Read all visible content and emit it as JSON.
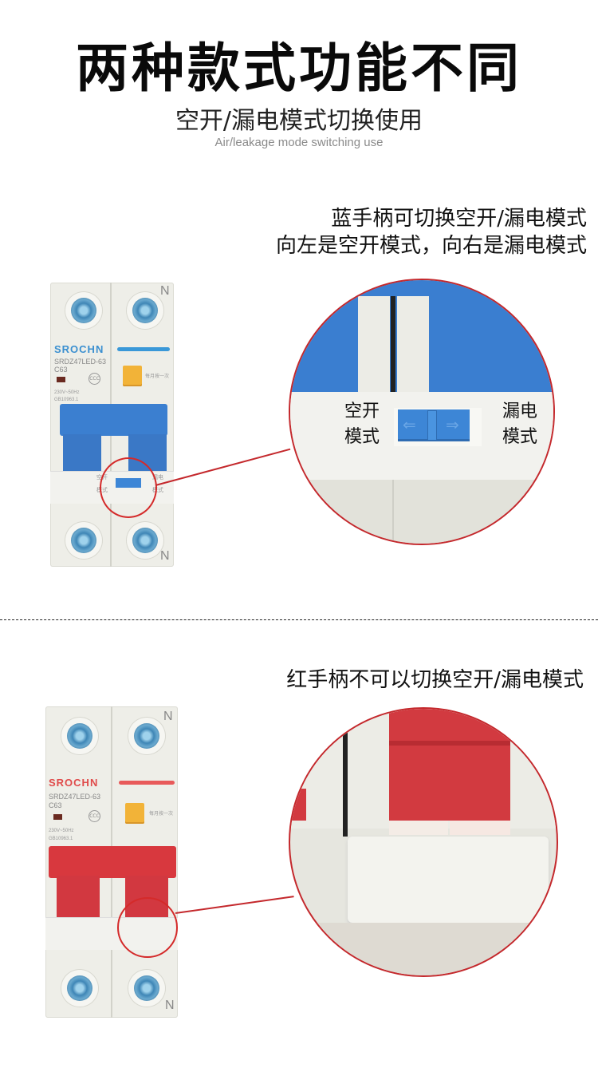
{
  "header": {
    "title": "两种款式功能不同",
    "subtitle": "空开/漏电模式切换使用",
    "subtitle_en": "Air/leakage mode switching use"
  },
  "section_blue": {
    "note_line1": "蓝手柄可切换空开/漏电模式",
    "note_line2": "向左是空开模式，向右是漏电模式",
    "handle_color": "#3b7fd0",
    "breaker": {
      "brand": "SROCHN",
      "brand_color": "#3a8fd0",
      "model": "SRDZ47LED-63",
      "rating": "C63",
      "voltage": "230V~50Hz",
      "standard": "GB10963.1",
      "cert": "CCC",
      "neutral_mark_top": "N",
      "neutral_mark_bottom": "N",
      "test_hint": "每月按一次"
    },
    "zoom": {
      "left_label_line1": "空开",
      "left_label_line2": "模式",
      "right_label_line1": "漏电",
      "right_label_line2": "模式",
      "slider_left_arrow": "⇐",
      "slider_right_arrow": "⇒"
    }
  },
  "section_red": {
    "note": "红手柄不可以切换空开/漏电模式",
    "handle_color": "#d8383e",
    "breaker": {
      "brand": "SROCHN",
      "brand_color": "#e04a4a",
      "model": "SRDZ47LED-63",
      "rating": "C63",
      "voltage": "230V~50Hz",
      "standard": "GB10963.1",
      "cert": "CCC",
      "neutral_mark_top": "N",
      "neutral_mark_bottom": "N",
      "test_hint": "每月按一次"
    }
  },
  "colors": {
    "highlight_ring": "#c4282c",
    "divider": "#222222"
  }
}
